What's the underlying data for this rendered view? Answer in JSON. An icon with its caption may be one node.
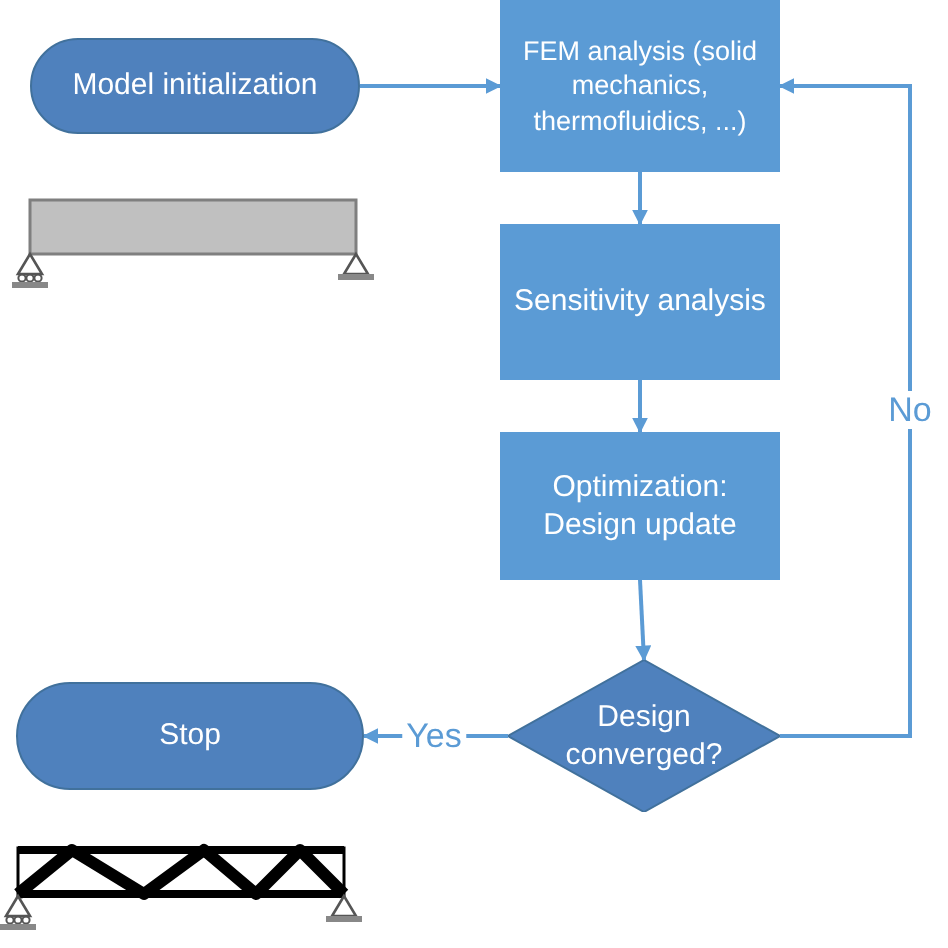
{
  "diagram": {
    "nodes": [
      {
        "text": [
          "Model initialization"
        ]
      },
      {
        "text": [
          "FEM analysis (solid mechanics, thermofluidics, ...)"
        ]
      },
      {
        "text": [
          "Sensitivity analysis"
        ]
      },
      {
        "text": [
          "Optimization: Design update"
        ]
      },
      {
        "text": [
          "Design converged?"
        ]
      },
      {
        "text": [
          "Stop"
        ]
      }
    ],
    "edges": [
      {
        "from": 0,
        "to": 1,
        "arrow": "to"
      },
      {
        "from": 1,
        "to": 2,
        "arrow": "to"
      },
      {
        "from": 2,
        "to": 3,
        "arrow": "to"
      },
      {
        "from": 3,
        "to": 4,
        "arrow": "to"
      },
      {
        "from": 4,
        "to": 5,
        "arrow": "to",
        "label": "Yes"
      },
      {
        "from": 4,
        "to": 1,
        "arrow": "to",
        "label": "No"
      }
    ]
  }
}
